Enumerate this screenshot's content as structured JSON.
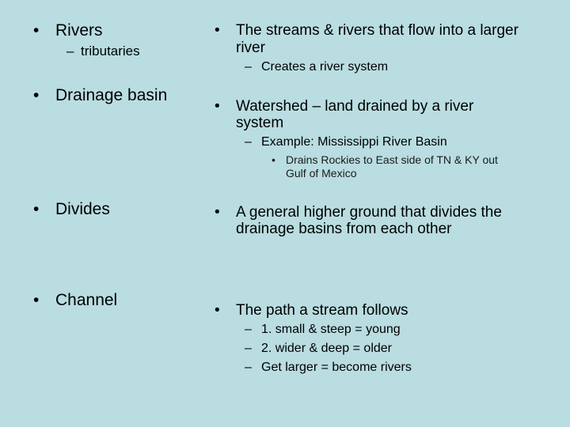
{
  "left_column": {
    "rivers": {
      "bullet": "•",
      "label": "Rivers",
      "sub_marker": "–",
      "sub": "tributaries"
    },
    "drainage": {
      "bullet": "•",
      "label": "Drainage basin"
    },
    "divides": {
      "bullet": "•",
      "label": "Divides"
    },
    "channel": {
      "bullet": "•",
      "label": "Channel"
    }
  },
  "right_column": {
    "streams": {
      "bullet": "•",
      "line1": "The streams & rivers that flow into a larger",
      "line2": "river",
      "sub_marker": "–",
      "sub": "Creates a river system"
    },
    "watershed": {
      "bullet": "•",
      "line1": "Watershed – land drained by a river",
      "line2": "system",
      "sub_marker": "–",
      "sub": "Example: Mississippi River Basin",
      "subsub_bullet": "•",
      "subsub_line1": "Drains Rockies to East side of TN & KY out",
      "subsub_line2": "Gulf of Mexico"
    },
    "higher_ground": {
      "bullet": "•",
      "line1": "A general higher ground that divides the",
      "line2": "drainage basins from each other"
    },
    "path": {
      "bullet": "•",
      "line1": "The path a stream follows",
      "items": [
        {
          "marker": "–",
          "text": "1. small & steep = young"
        },
        {
          "marker": "–",
          "text": "2. wider & deep = older"
        },
        {
          "marker": "–",
          "text": "Get larger = become rivers"
        }
      ]
    }
  }
}
